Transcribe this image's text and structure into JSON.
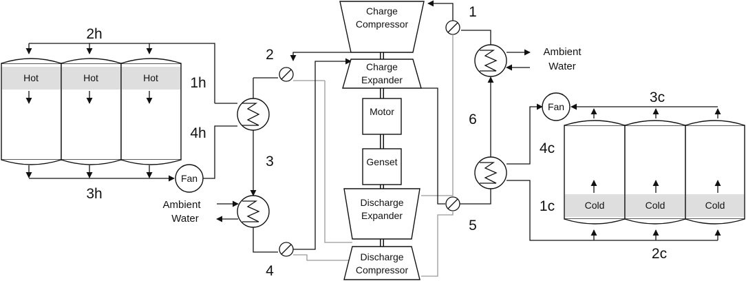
{
  "hot_tanks": {
    "labels": [
      "Hot",
      "Hot",
      "Hot"
    ]
  },
  "cold_tanks": {
    "labels": [
      "Cold",
      "Cold",
      "Cold"
    ]
  },
  "machines": {
    "charge_compressor": [
      "Charge",
      "Compressor"
    ],
    "charge_expander": [
      "Charge",
      "Expander"
    ],
    "motor": "Motor",
    "genset": "Genset",
    "discharge_expander": [
      "Discharge",
      "Expander"
    ],
    "discharge_compressor": [
      "Discharge",
      "Compressor"
    ]
  },
  "fans": {
    "hot": "Fan",
    "cold": "Fan"
  },
  "ambient_water_left": [
    "Ambient",
    "Water"
  ],
  "ambient_water_right": [
    "Ambient",
    "Water"
  ],
  "state_points": {
    "p1": "1",
    "p2": "2",
    "p3": "3",
    "p4": "4",
    "p5": "5",
    "p6": "6",
    "p1h": "1h",
    "p2h": "2h",
    "p3h": "3h",
    "p4h": "4h",
    "p1c": "1c",
    "p2c": "2c",
    "p3c": "3c",
    "p4c": "4c"
  }
}
